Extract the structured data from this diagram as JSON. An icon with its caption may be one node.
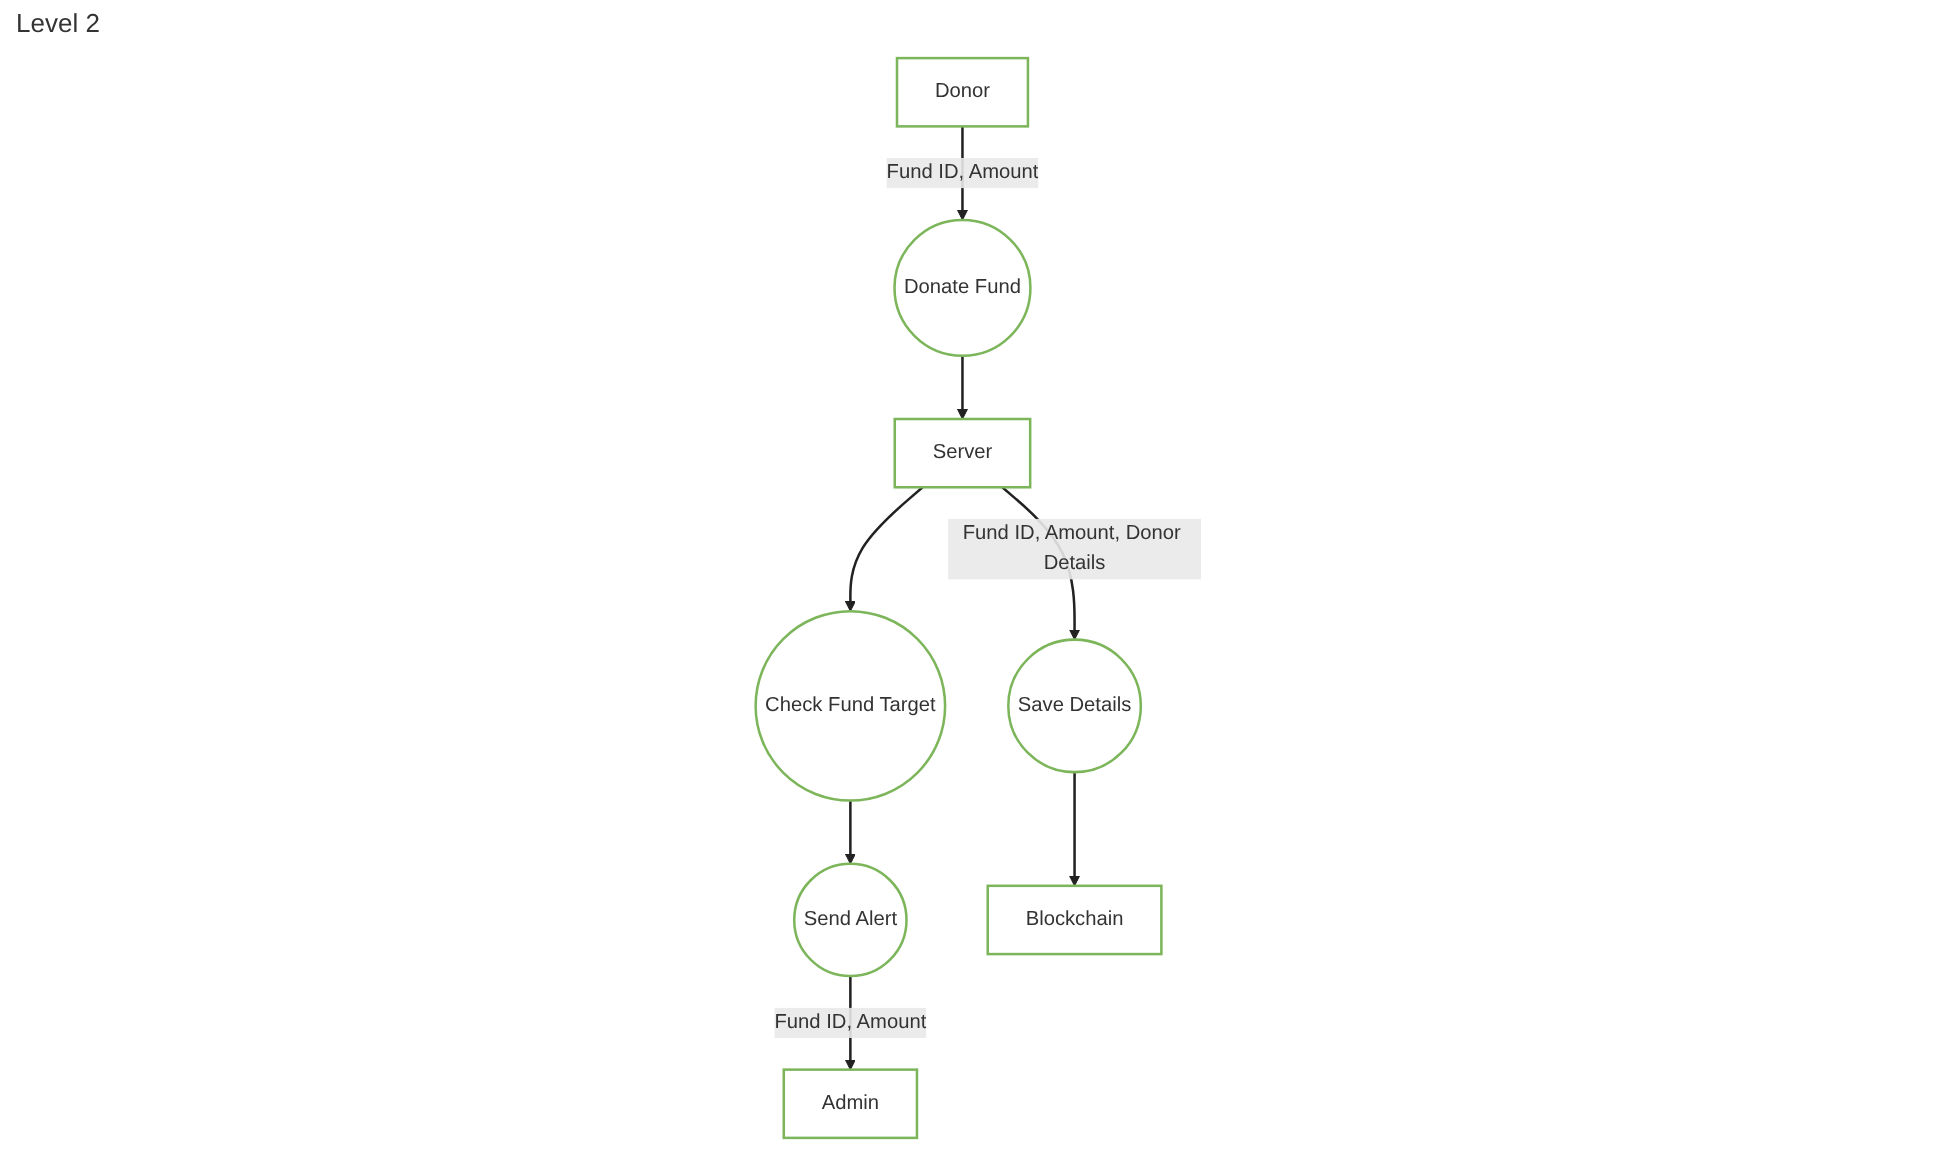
{
  "diagram": {
    "title": "Level 2",
    "nodes": [
      {
        "text": [
          "Donor"
        ]
      },
      {
        "text": [
          "Donate Fund"
        ]
      },
      {
        "text": [
          "Server"
        ]
      },
      {
        "text": [
          "Check Fund Target"
        ]
      },
      {
        "text": [
          "Save Details"
        ]
      },
      {
        "text": [
          "Send Alert"
        ]
      },
      {
        "text": [
          "Blockchain"
        ]
      },
      {
        "text": [
          "Admin"
        ]
      }
    ],
    "edges": [
      {
        "from": 0,
        "to": 1,
        "arrow": "to",
        "label": "Fund ID, Amount"
      },
      {
        "from": 1,
        "to": 2,
        "arrow": "to"
      },
      {
        "from": 2,
        "to": 3,
        "arrow": "to"
      },
      {
        "from": 2,
        "to": 4,
        "arrow": "to",
        "label": "Fund ID, Amount, Donor Details"
      },
      {
        "from": 4,
        "to": 6,
        "arrow": "to"
      },
      {
        "from": 3,
        "to": 5,
        "arrow": "to"
      },
      {
        "from": 5,
        "to": 7,
        "arrow": "to",
        "label": "Fund ID, Amount"
      }
    ]
  }
}
